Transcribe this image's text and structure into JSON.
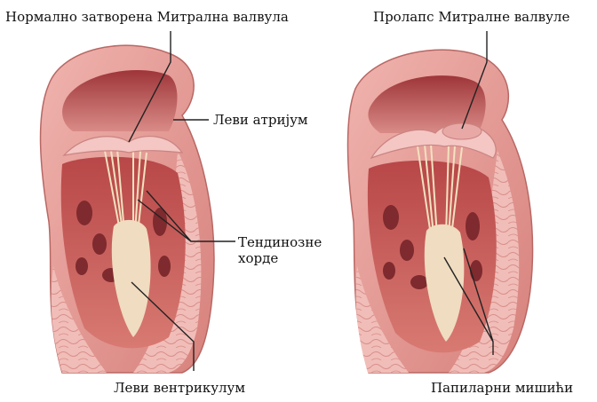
{
  "labels": {
    "normal_valve": "Нормално затворена Митрална валвула",
    "prolapse_valve": "Пролапс Митралне валвуле",
    "left_atrium": "Леви атријум",
    "chordae_line1": "Тендинозне",
    "chordae_line2": "хорде",
    "left_ventricle": "Леви вентрикулум",
    "papillary_muscles": "Папиларни мишићи"
  },
  "colors": {
    "outer_wall": "#e9a3a0",
    "outer_wall_dark": "#cf7c78",
    "muscle_fill": "#c95a57",
    "inner_cavity": "#f3d6d0",
    "chamber_dark": "#8f2d32",
    "valve_leaflet": "#f6c9c7",
    "chordae": "#f2e5c6",
    "tissue_texture": "#f4c3bf",
    "leader_line": "#222222"
  }
}
